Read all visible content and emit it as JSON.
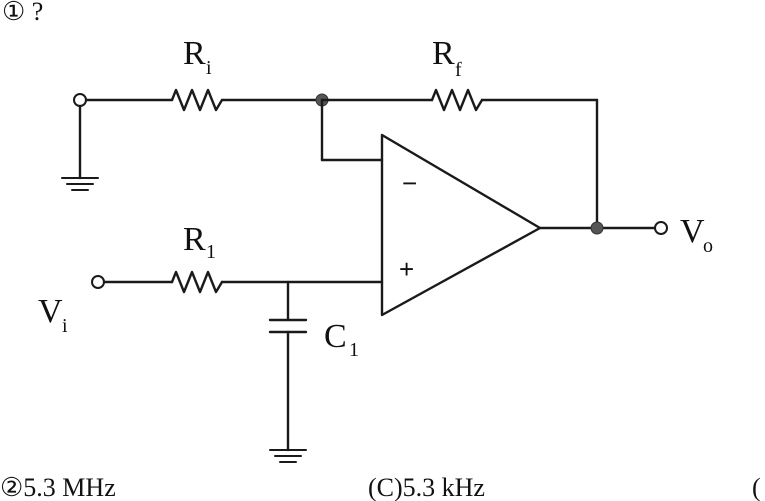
{
  "header_fragment": "① ?",
  "labels": {
    "ri_main": "R",
    "ri_sub": "i",
    "rf_main": "R",
    "rf_sub": "f",
    "r1_main": "R",
    "r1_sub": "1",
    "c1_main": "C",
    "c1_sub": "1",
    "vi_main": "V",
    "vi_sub": "i",
    "vo_main": "V",
    "vo_sub": "o",
    "minus": "−",
    "plus": "+"
  },
  "answer_fragments": {
    "left": "②5.3 MHz",
    "mid": "(C)5.3 kHz",
    "right": "("
  }
}
